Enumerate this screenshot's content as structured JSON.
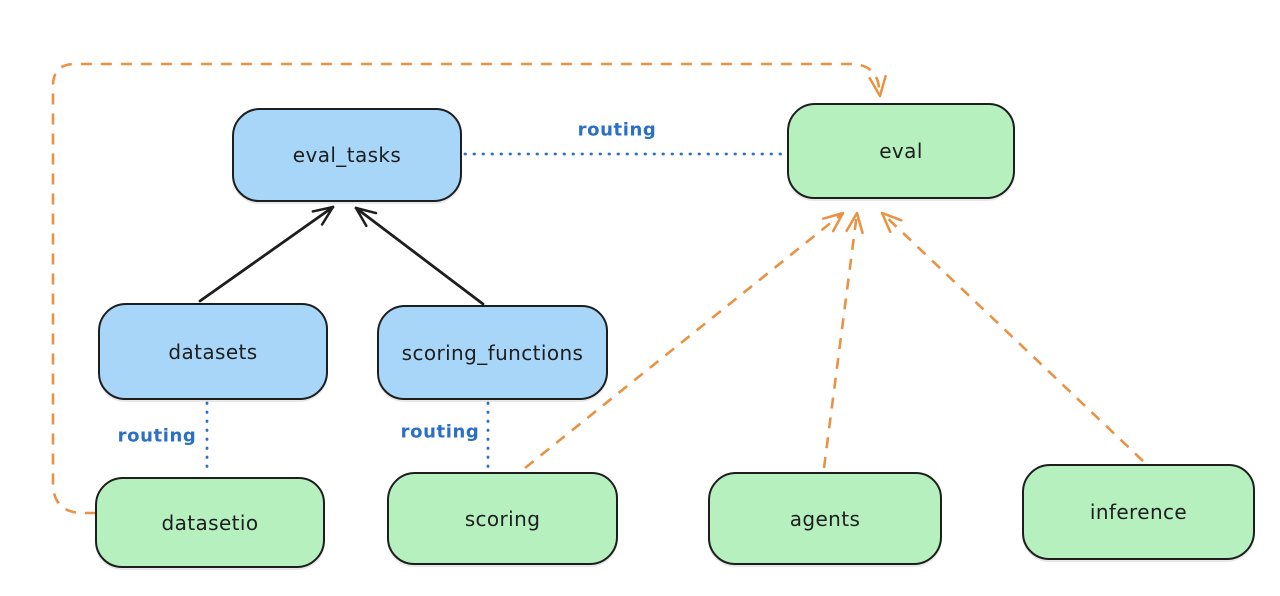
{
  "diagram": {
    "background_color": "#ffffff",
    "colors": {
      "blue_node_fill": "#a8d6f8",
      "green_node_fill": "#b5f0be",
      "node_stroke": "#1e1e1e",
      "solid_arrow": "#1e1e1e",
      "routing_blue": "#2b70c5",
      "dashed_orange": "#ea9243"
    },
    "nodes": [
      {
        "id": "eval_tasks",
        "label": "eval_tasks",
        "fill": "blue"
      },
      {
        "id": "eval",
        "label": "eval",
        "fill": "green"
      },
      {
        "id": "datasets",
        "label": "datasets",
        "fill": "blue"
      },
      {
        "id": "scoring_functions",
        "label": "scoring_functions",
        "fill": "blue"
      },
      {
        "id": "datasetio",
        "label": "datasetio",
        "fill": "green"
      },
      {
        "id": "scoring",
        "label": "scoring",
        "fill": "green"
      },
      {
        "id": "agents",
        "label": "agents",
        "fill": "green"
      },
      {
        "id": "inference",
        "label": "inference",
        "fill": "green"
      }
    ],
    "edges": [
      {
        "from": "datasets",
        "to": "eval_tasks",
        "style": "solid",
        "color": "#1e1e1e",
        "label": ""
      },
      {
        "from": "scoring_functions",
        "to": "eval_tasks",
        "style": "solid",
        "color": "#1e1e1e",
        "label": ""
      },
      {
        "from": "eval_tasks",
        "to": "eval",
        "style": "dotted",
        "color": "#2b70c5",
        "label": "routing"
      },
      {
        "from": "datasets",
        "to": "datasetio",
        "style": "dotted",
        "color": "#2b70c5",
        "label": "routing"
      },
      {
        "from": "scoring_functions",
        "to": "scoring",
        "style": "dotted",
        "color": "#2b70c5",
        "label": "routing"
      },
      {
        "from": "datasetio",
        "to": "eval",
        "style": "dashed",
        "color": "#ea9243",
        "label": ""
      },
      {
        "from": "scoring",
        "to": "eval",
        "style": "dashed",
        "color": "#ea9243",
        "label": ""
      },
      {
        "from": "agents",
        "to": "eval",
        "style": "dashed",
        "color": "#ea9243",
        "label": ""
      },
      {
        "from": "inference",
        "to": "eval",
        "style": "dashed",
        "color": "#ea9243",
        "label": ""
      }
    ]
  }
}
